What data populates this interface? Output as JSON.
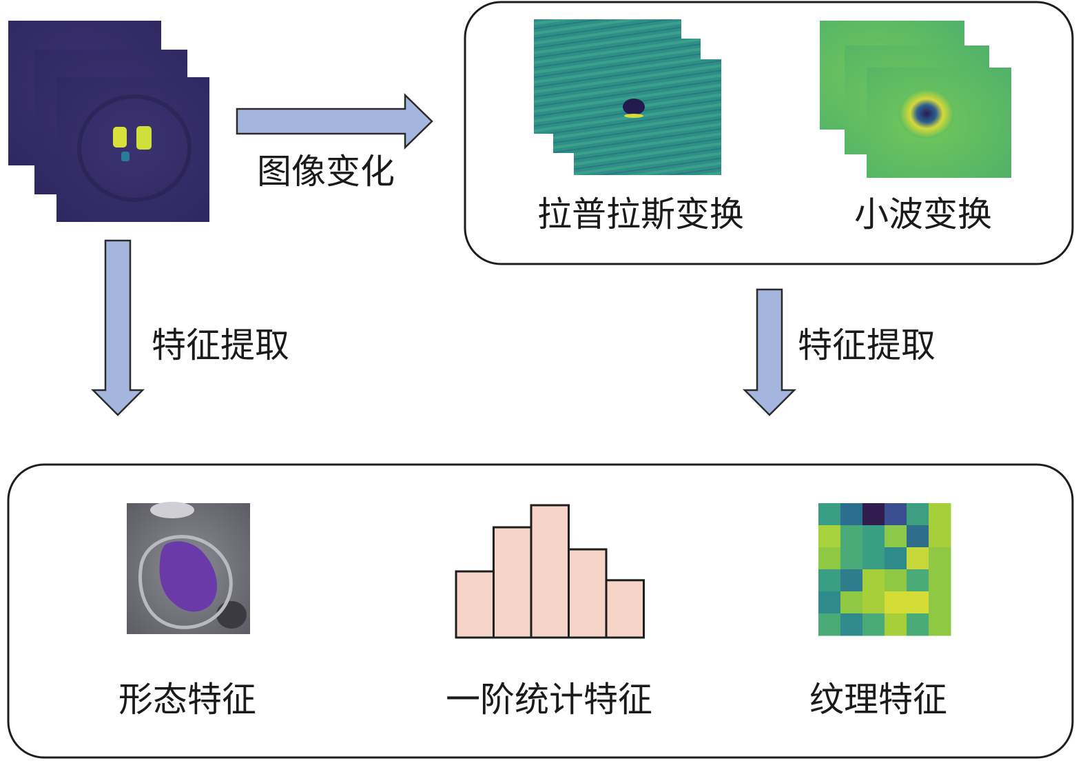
{
  "arrows": {
    "image_transform": "图像变化",
    "left_extract": "特征提取",
    "right_extract": "特征提取"
  },
  "transforms": {
    "laplacian": "拉普拉斯变换",
    "wavelet": "小波变换"
  },
  "features": {
    "shape": "形态特征",
    "first_order": "一阶统计特征",
    "texture": "纹理特征"
  },
  "histogram": {
    "values": [
      3,
      5,
      6,
      4,
      2.6
    ],
    "fill": "#f6d5c8"
  },
  "texture_matrix": [
    [
      "#3a9e85",
      "#2c6e8e",
      "#311c4f",
      "#3a4f8f",
      "#3e9e80",
      "#a6cf3a"
    ],
    [
      "#a8d23e",
      "#4aaa78",
      "#3a9e85",
      "#8cc94a",
      "#2f6d8d",
      "#a6cf3a"
    ],
    [
      "#8fc843",
      "#4aaa78",
      "#3a9e85",
      "#2f8a8b",
      "#c8d83a",
      "#8fc843"
    ],
    [
      "#3a9e85",
      "#2f7d8c",
      "#a6cf3a",
      "#8fc843",
      "#4aaa78",
      "#8fc843"
    ],
    [
      "#2f8a8b",
      "#8fc843",
      "#a6cf3a",
      "#d4dd36",
      "#d4dd36",
      "#8fc843"
    ],
    [
      "#4aaa78",
      "#2f8a8b",
      "#4aaa78",
      "#a6cf3a",
      "#4aaa78",
      "#8fc843"
    ]
  ],
  "colors": {
    "arrow_fill": "#a4b6dd",
    "arrow_stroke": "#2b2b2b",
    "mri_dark": "#3a2f6e",
    "mask_purple": "#6a3aa8"
  }
}
